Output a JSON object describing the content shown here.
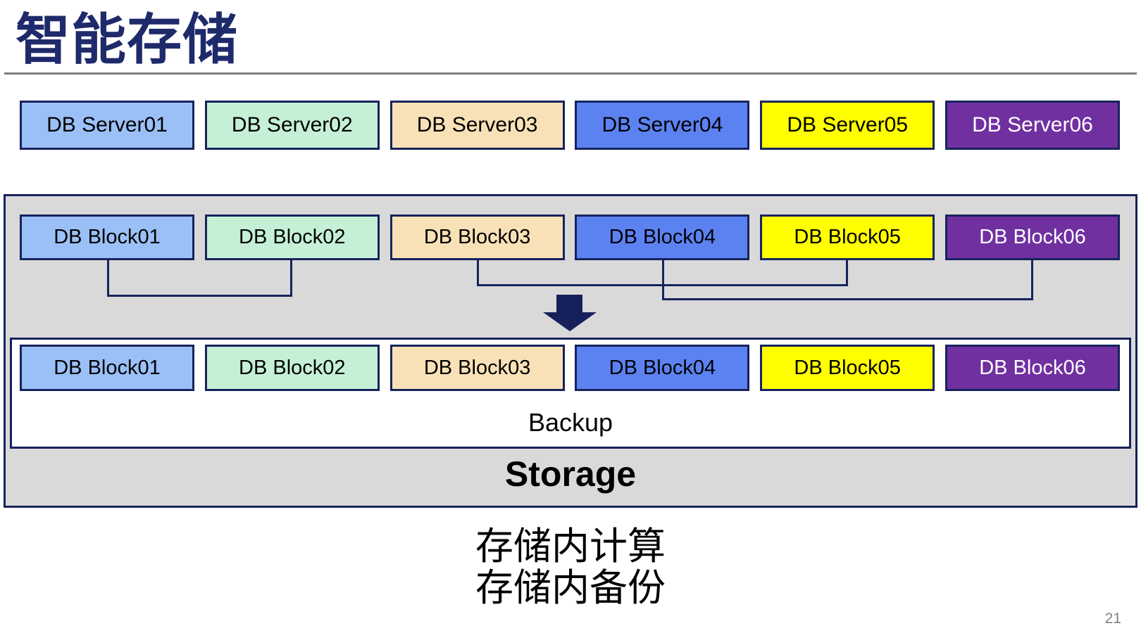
{
  "title": "智能存储",
  "page_number": "21",
  "servers": [
    "DB Server01",
    "DB Server02",
    "DB Server03",
    "DB Server04",
    "DB Server05",
    "DB Server06"
  ],
  "blocks_top": [
    "DB Block01",
    "DB Block02",
    "DB Block03",
    "DB Block04",
    "DB Block05",
    "DB Block06"
  ],
  "blocks_bottom": [
    "DB Block01",
    "DB Block02",
    "DB Block03",
    "DB Block04",
    "DB Block05",
    "DB Block06"
  ],
  "storage_box": {
    "backup_label": "Backup",
    "storage_label": "Storage"
  },
  "captions": [
    "存储内计算",
    "存储内备份"
  ],
  "icons": {
    "down_arrow": "down-arrow"
  },
  "palette": {
    "f1": "#9BC0F7",
    "f2": "#C5F0D6",
    "f3": "#F9E1B7",
    "f4": "#5C82F2",
    "f5": "#FFFF00",
    "f6": "#7030A0",
    "boxBorder": "#17235D",
    "titleInk": "#1F2A6B",
    "grayFill": "#D9D9D9",
    "ruleGray": "#7F7F7F",
    "arrowNavy": "#16215C",
    "pageNumGray": "#808080",
    "labelInk": "#000000",
    "server6Text": "#FFFFFF"
  }
}
